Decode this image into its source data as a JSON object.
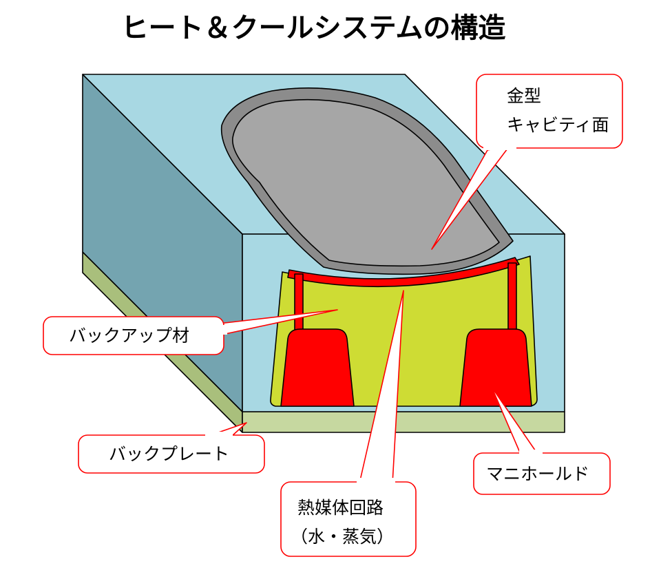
{
  "title": "ヒート＆クールシステムの構造",
  "labels": {
    "cavity_surface_line1": "金型",
    "cavity_surface_line2": "キャビティ面",
    "backup_material": "バックアップ材",
    "back_plate": "バックプレート",
    "manifold": "マニホールド",
    "heat_medium_circuit_line1": "熱媒体回路",
    "heat_medium_circuit_line2": "（水・蒸気）"
  },
  "colors": {
    "mold_top": "#a8d8e3",
    "mold_left": "#74a4b0",
    "mold_front": "#a8d8e3",
    "cavity": "#a6a6a6",
    "backup": "#cedc34",
    "plate": "#c6d8a0",
    "heat_channel": "#ff0000",
    "callout_border": "#ff0000"
  }
}
